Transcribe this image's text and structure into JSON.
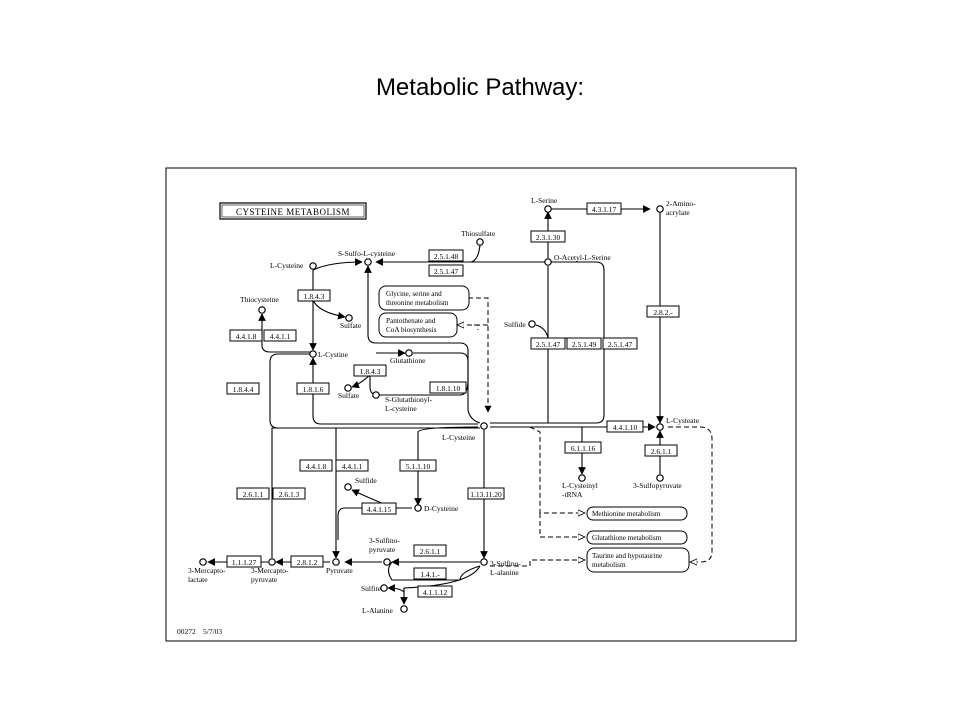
{
  "slide": {
    "title": "Metabolic Pathway:"
  },
  "diagram": {
    "title": "CYSTEINE METABOLISM",
    "footer_id": "00272",
    "footer_date": "5/7/03",
    "enzymes": {
      "e_4_3_1_17": "4.3.1.17",
      "e_2_3_1_30": "2.3.1.30",
      "e_2_5_1_48": "2.5.1.48",
      "e_2_5_1_47_top": "2.5.1.47",
      "e_1_8_4_3_top": "1.8.4.3",
      "e_4_4_1_8_top": "4.4.1.8",
      "e_4_4_1_1_top": "4.4.1.1",
      "e_1_8_4_3_mid": "1.8.4.3",
      "e_1_8_1_10": "1.8.1.10",
      "e_1_8_4_4": "1.8.4.4",
      "e_1_8_1_6": "1.8.1.6",
      "e_2_5_1_47_a": "2.5.1.47",
      "e_2_5_1_49": "2.5.1.49",
      "e_2_5_1_47_b": "2.5.1.47",
      "e_2_8_2_x": "2.8.2.-",
      "e_4_4_1_10": "4.4.1.10",
      "e_6_1_1_16": "6.1.1.16",
      "e_2_6_1_1_right": "2.6.1.1",
      "e_4_4_1_8_low": "4.4.1.8",
      "e_4_4_1_1_low": "4.4.1.1",
      "e_5_1_1_10": "5.1.1.10",
      "e_1_13_11_20": "1.13.11.20",
      "e_2_6_1_1_left": "2.6.1.1",
      "e_2_6_1_3": "2.6.1.3",
      "e_4_4_1_15": "4.4.1.15",
      "e_2_6_1_1_low": "2.6.1.1",
      "e_1_4_1_x": "1.4.1.-",
      "e_1_1_1_27": "1.1.1.27",
      "e_2_8_1_2": "2.8.1.2",
      "e_4_1_1_12": "4.1.1.12"
    },
    "compounds": {
      "l_serine": "L-Serine",
      "amino_acrylate_1": "2-Amino-",
      "amino_acrylate_2": "acrylate",
      "thiosulfate": "Thiosulfate",
      "s_sulfo_cysteine": "S-Sulfo-L-cysteine",
      "o_acetyl_serine": "O-Acetyl-L-Serine",
      "l_cysteine_top": "L-Cysteine",
      "thiocysteine": "Thiocysteine",
      "sulfate_top": "Sulfate",
      "sulfide_right": "Sulfide",
      "l_cystine": "L-Cystine",
      "glutathione": "Glutathione",
      "sulfate_mid": "Sulfate",
      "s_glut_1": "S-Glutathionyl-",
      "s_glut_2": "L-cysteine",
      "l_cysteine_center": "L-Cysteine",
      "l_cysteate": "L-Cysteate",
      "l_cysteinyl_1": "L-Cysteinyl",
      "l_cysteinyl_2": "-tRNA",
      "sulfopyruvate": "3-Sulfopyruvate",
      "sulfide_low": "Sulfide",
      "d_cysteine": "D-Cysteine",
      "sulfino_pyr_1": "3-Sulfino-",
      "sulfino_pyr_2": "pyruvate",
      "sulfino_ala_1": "3-Sulfino-",
      "sulfino_ala_2": "L-alanine",
      "pyruvate": "Pyruvate",
      "mercaptolactate_1": "3-Mercapto-",
      "mercaptolactate_2": "lactate",
      "mercaptopyruvate_1": "3-Mercapto-",
      "mercaptopyruvate_2": "pyruvate",
      "sulfite": "Sulfite",
      "l_alanine": "L-Alanine"
    },
    "maps": {
      "glycine_1": "Glycine, serine and",
      "glycine_2": "threonine metabolism",
      "panto_1": "Pantothenate and",
      "panto_2": "CoA biosynthesis",
      "methionine": "Methionine metabolism",
      "glutathione_map": "Glutathione metabolism",
      "taurine_1": "Taurine and hypotaurine",
      "taurine_2": "metabolism"
    }
  }
}
